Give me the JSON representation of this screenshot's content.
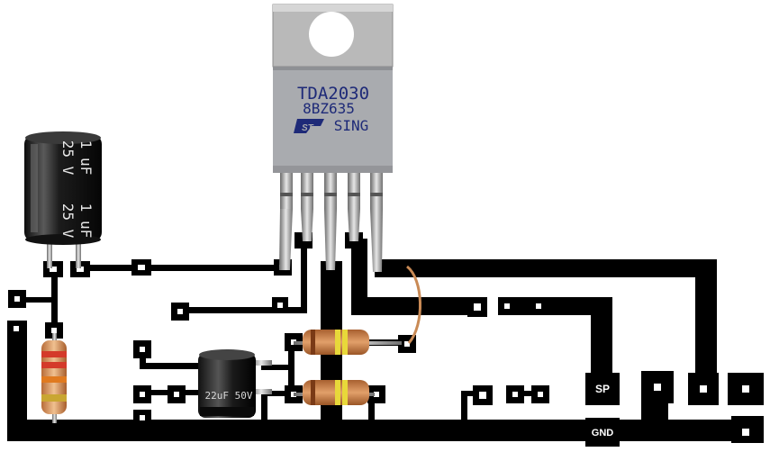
{
  "ic": {
    "part_number": "TDA2030",
    "lot_code": "8BZ635",
    "origin": "SING",
    "logo": "ST"
  },
  "capacitor_1uf": {
    "label_value": "1 uF",
    "label_voltage": "25 V"
  },
  "capacitor_22uf": {
    "label": "22uF 50V"
  },
  "terminals": {
    "speaker": "SP",
    "ground": "GND"
  },
  "colors": {
    "trace": "#000000",
    "board": "#ffffff",
    "ic_body": "#a9abaf",
    "heatsink_tab": "#b9b9b9",
    "jumper_wire": "#c98a55",
    "ic_text": "#1e2a78"
  }
}
